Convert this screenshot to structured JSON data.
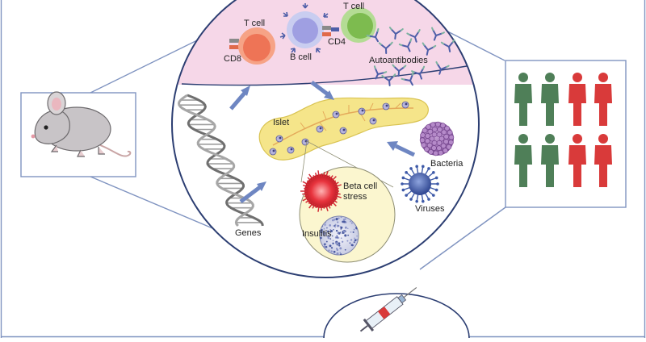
{
  "labels": {
    "t_cell_left": "T cell",
    "t_cell_right": "T cell",
    "b_cell": "B cell",
    "cd8": "CD8",
    "cd4": "CD4",
    "autoantibodies": "Autoantibodies",
    "islet": "Islet",
    "beta_cell_stress_line1": "Beta cell",
    "beta_cell_stress_line2": "stress",
    "insulitis": "Insulitis",
    "bacteria": "Bacteria",
    "viruses": "Viruses",
    "genes": "Genes"
  },
  "icons": {
    "mouse": "mouse-icon",
    "dna": "dna-helix-icon",
    "pancreas": "pancreas-icon",
    "syringe": "syringe-icon",
    "people": "people-icon"
  },
  "people_grid": {
    "rows": 2,
    "columns": [
      "green",
      "green",
      "red",
      "red"
    ]
  },
  "colors": {
    "frame": "#7f93c0",
    "circle_outline": "#2c3e72",
    "immune_zone": "#f6d7e8",
    "pancreas": "#f5e58a",
    "green_person": "#4f7f58",
    "red_person": "#d93a3a",
    "arrow": "#6e86c2",
    "cd8_cell": "#f07c5b",
    "b_cell": "#a8a8e6",
    "cd4_cell": "#86c45a",
    "beta_stress": "#e8333d",
    "bacteria": "#9e6fb2",
    "virus": "#3e5aa8"
  }
}
